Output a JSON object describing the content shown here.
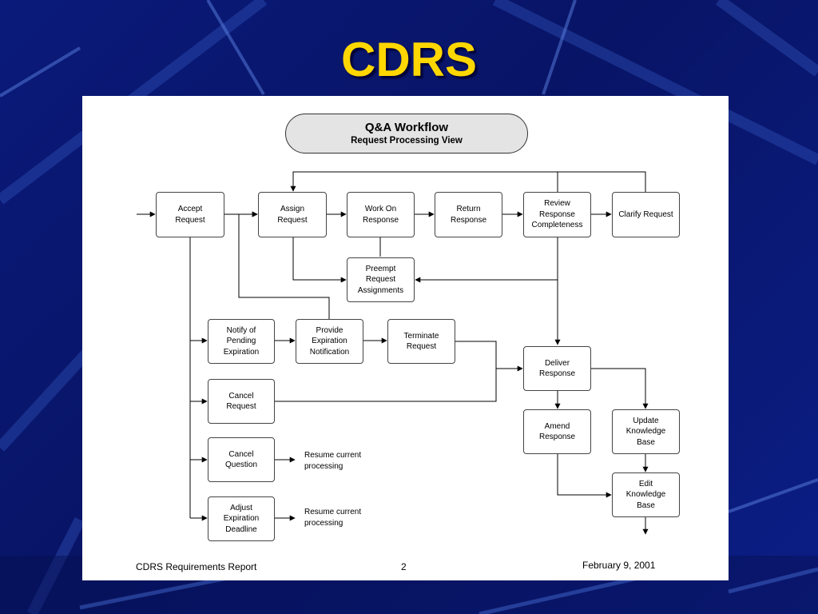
{
  "slide": {
    "title": "CDRS",
    "colors": {
      "background": "#0a1a7a",
      "title": "#ffd700",
      "panel": "#ffffff",
      "header_fill": "#e4e4e4"
    }
  },
  "diagram": {
    "title": "Q&A Workflow",
    "subtitle": "Request Processing View",
    "nodes": {
      "accept_request": "Accept\nRequest",
      "assign_request": "Assign\nRequest",
      "work_on_response": "Work On\nResponse",
      "return_response": "Return\nResponse",
      "review_response_completeness": "Review\nResponse\nCompleteness",
      "clarify_request": "Clarify Request",
      "preempt_request_assignments": "Preempt\nRequest\nAssignments",
      "notify_of_pending_expiration": "Notify of\nPending\nExpiration",
      "provide_expiration_notification": "Provide\nExpiration\nNotification",
      "terminate_request": "Terminate\nRequest",
      "deliver_response": "Deliver\nResponse",
      "cancel_request": "Cancel\nRequest",
      "amend_response": "Amend\nResponse",
      "update_knowledge_base": "Update\nKnowledge\nBase",
      "cancel_question": "Cancel\nQuestion",
      "edit_knowledge_base": "Edit\nKnowledge\nBase",
      "adjust_expiration_deadline": "Adjust\nExpiration\nDeadline"
    },
    "notes": {
      "resume_1": "Resume current\nprocessing",
      "resume_2": "Resume current\nprocessing"
    }
  },
  "footer": {
    "left": "CDRS Requirements Report",
    "page": "2",
    "date": "February 9, 2001"
  }
}
